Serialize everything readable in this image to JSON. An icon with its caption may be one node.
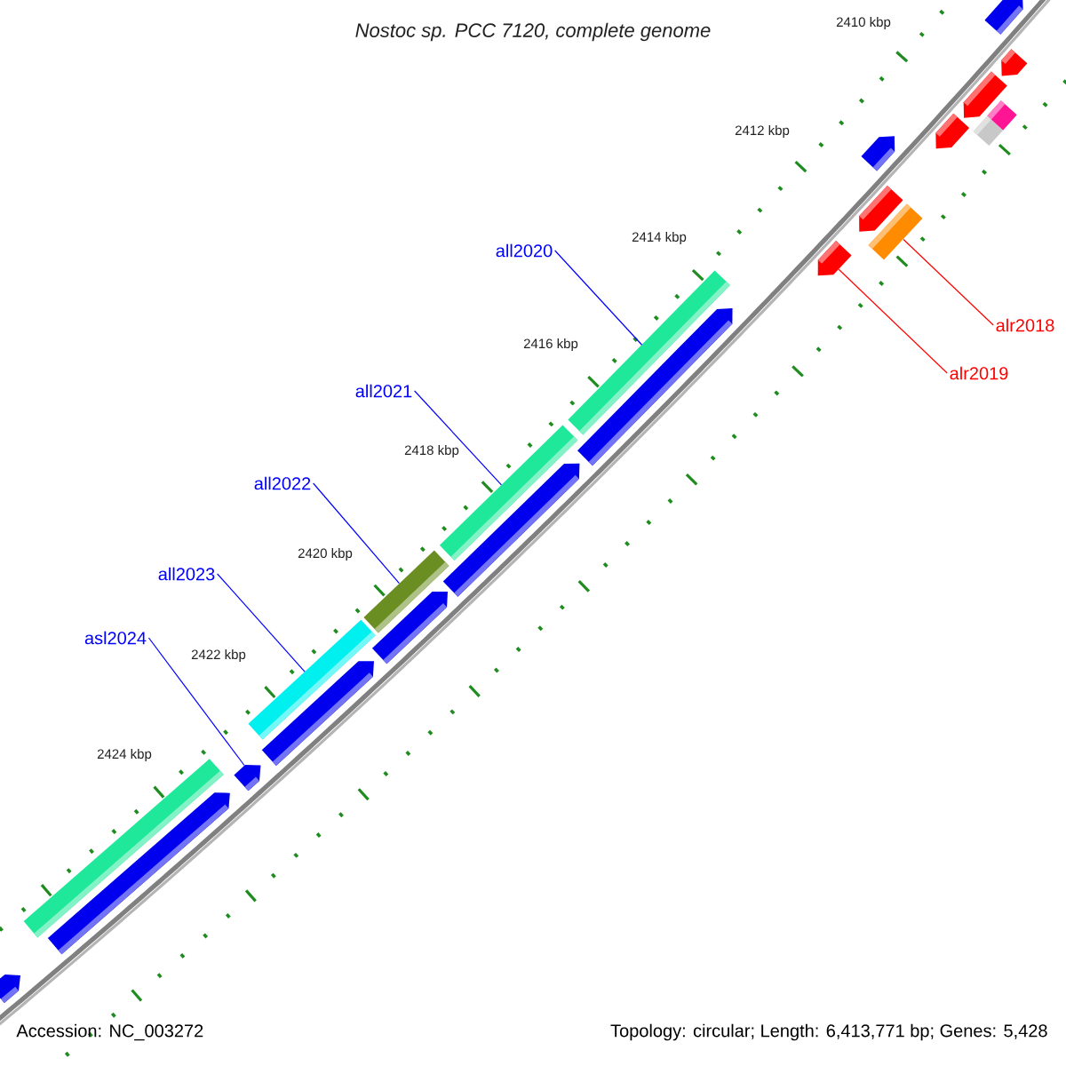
{
  "diagram": {
    "title": "Nostoc sp. PCC 7120, complete genome",
    "nodes": [
      {
        "text": [
          "all2020"
        ]
      },
      {
        "text": [
          "alr2018"
        ]
      },
      {
        "text": [
          "alr2019"
        ]
      },
      {
        "text": [
          "all2021"
        ]
      },
      {
        "text": [
          "all2022"
        ]
      },
      {
        "text": [
          "all2023"
        ]
      },
      {
        "text": [
          "asl2024"
        ]
      },
      {
        "text": [],
        "shape": "bar"
      },
      {
        "text": [],
        "shape": "bar"
      },
      {
        "text": [],
        "shape": "bar"
      },
      {
        "text": [],
        "shape": "bar"
      },
      {
        "text": [],
        "shape": "bar"
      },
      {
        "text": [],
        "shape": "bar"
      },
      {
        "text": [],
        "shape": "bar"
      },
      {
        "text": [],
        "shape": "bar"
      },
      {
        "text": [],
        "shape": "bar"
      },
      {
        "text": [],
        "shape": "bar"
      },
      {
        "text": [],
        "shape": "bar"
      },
      {
        "text": [],
        "shape": "bar"
      },
      {
        "text": [],
        "shape": "bar"
      },
      {
        "text": [],
        "shape": "bar"
      },
      {
        "text": [],
        "shape": "bar"
      },
      {
        "text": [],
        "shape": "bar"
      },
      {
        "text": [],
        "shape": "bar"
      },
      {
        "text": [],
        "shape": "bar"
      },
      {
        "text": [],
        "shape": "bar"
      },
      {
        "text": [],
        "shape": "bar"
      },
      {
        "text": [],
        "shape": "bar"
      }
    ],
    "edges": [
      {
        "from": 0,
        "to": 16,
        "arrow": "none"
      },
      {
        "from": 1,
        "to": 14,
        "arrow": "none",
        "color": "#ff0000"
      },
      {
        "from": 2,
        "to": 15,
        "arrow": "none",
        "color": "#ff0000"
      },
      {
        "from": 3,
        "to": 18,
        "arrow": "none"
      },
      {
        "from": 4,
        "to": 20,
        "arrow": "none"
      },
      {
        "from": 5,
        "to": 22,
        "arrow": "none"
      },
      {
        "from": 6,
        "to": 24,
        "arrow": "none"
      }
    ],
    "labels": [
      "2410 kbp",
      "2412 kbp",
      "2414 kbp",
      "2416 kbp",
      "2418 kbp",
      "2420 kbp",
      "2422 kbp",
      "2424 kbp",
      "Accession: NC_003272",
      "Topology: circular; Length: 6,413,771 bp; Genes: 5,428"
    ]
  }
}
